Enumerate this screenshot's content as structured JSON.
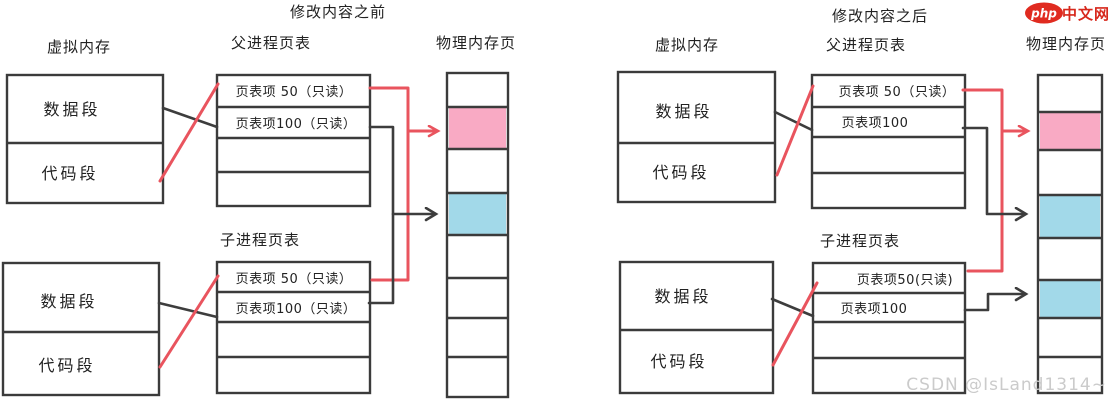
{
  "watermark": "CSDN @IsLand1314~",
  "logo": {
    "badge": "php",
    "text": "中文网"
  },
  "colors": {
    "page_pink": "#f9aac4",
    "page_blue": "#a2d9e9",
    "arrow_red": "#e9545e",
    "line_dark": "#3d3d3d",
    "logo_red": "#d7281c"
  },
  "panels": {
    "before": {
      "title": "修改内容之前",
      "virtual_memory_label": "虚拟内存",
      "parent_table_label": "父进程页表",
      "physical_memory_label": "物理内存页",
      "child_table_label": "子进程页表",
      "parent_vm_rows": [
        "数据段",
        "代码段"
      ],
      "child_vm_rows": [
        "数据段",
        "代码段"
      ],
      "parent_table_rows": [
        "页表项 50（只读）",
        "页表项100（只读）"
      ],
      "child_table_rows": [
        "页表项 50（只读）",
        "页表项100（只读）"
      ]
    },
    "after": {
      "title": "修改内容之后",
      "virtual_memory_label": "虚拟内存",
      "parent_table_label": "父进程页表",
      "physical_memory_label": "物理内存页",
      "child_table_label": "子进程页表",
      "parent_vm_rows": [
        "数据段",
        "代码段"
      ],
      "child_vm_rows": [
        "数据段",
        "代码段"
      ],
      "parent_table_rows": [
        "页表项 50（只读）",
        "页表项100"
      ],
      "child_table_rows": [
        "页表项50(只读)",
        "页表项100"
      ]
    }
  }
}
